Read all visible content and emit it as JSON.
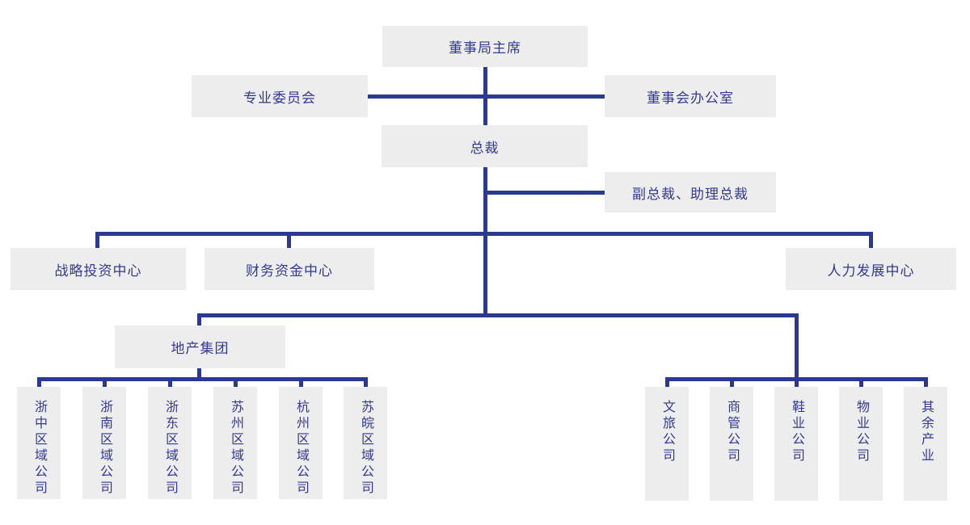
{
  "colors": {
    "line": "#2b3990",
    "text": "#333a91",
    "box-bg": "#ededed",
    "page-bg": "#ffffff"
  },
  "org": {
    "chairman": "董事局主席",
    "professional_committee": "专业委员会",
    "board_office": "董事会办公室",
    "president": "总裁",
    "vice_presidents": "副总裁、助理总裁",
    "centers": [
      "战略投资中心",
      "财务资金中心",
      "人力发展中心"
    ],
    "property_group": "地产集团",
    "regional_companies": [
      "浙中区域公司",
      "浙南区域公司",
      "浙东区域公司",
      "苏州区域公司",
      "杭州区域公司",
      "苏皖区域公司"
    ],
    "other_businesses": [
      "文旅公司",
      "商管公司",
      "鞋业公司",
      "物业公司",
      "其余产业"
    ]
  }
}
